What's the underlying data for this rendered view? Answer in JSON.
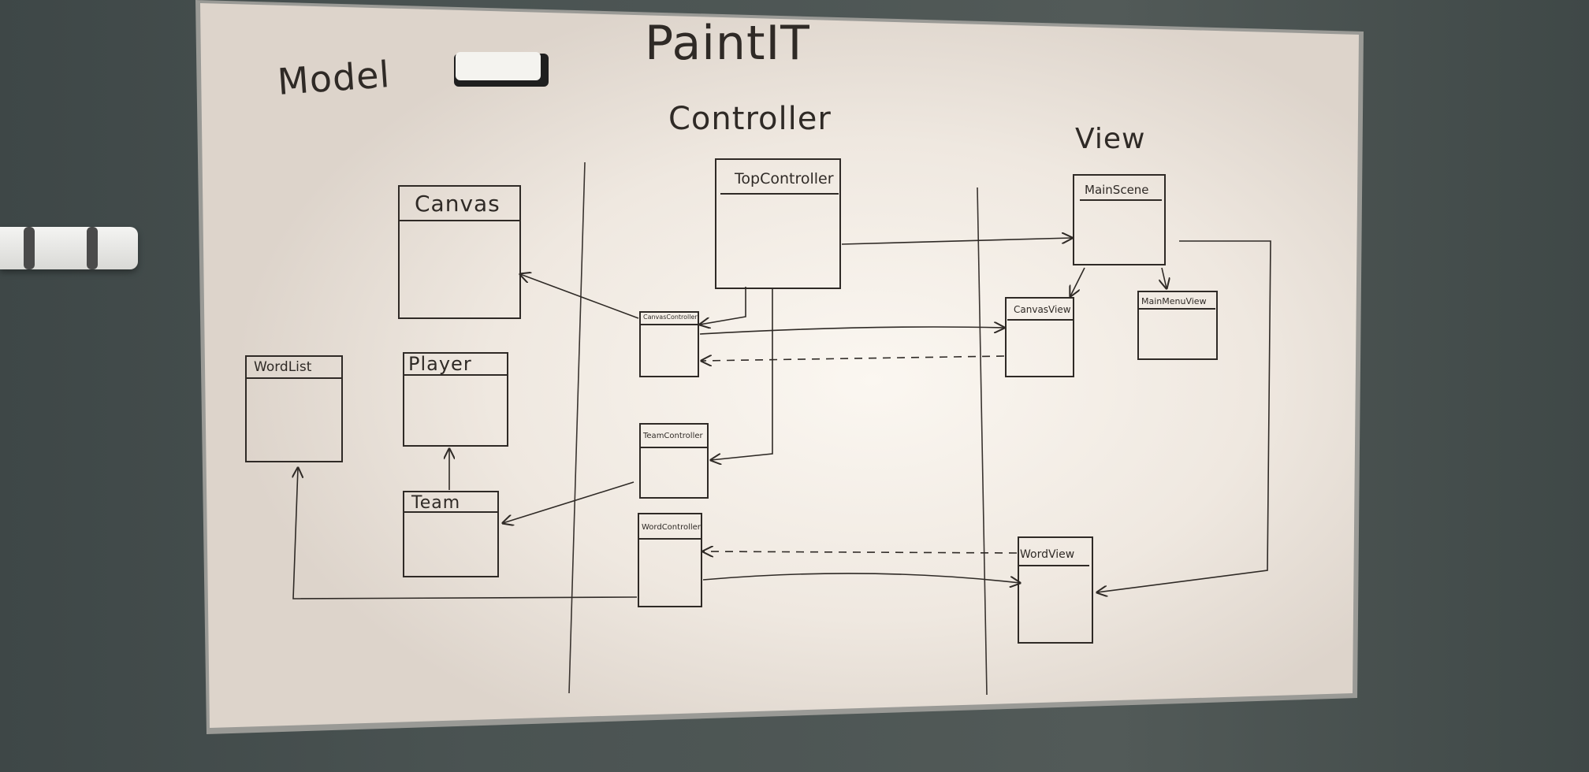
{
  "board": {
    "title": "PaintIT",
    "sections": [
      "Model",
      "Controller",
      "View"
    ]
  },
  "classes": {
    "canvas": "Canvas",
    "player": "Player",
    "word_list": "WordList",
    "team": "Team",
    "top_controller": "TopController",
    "canvas_controller": "CanvasController",
    "team_controller": "TeamController",
    "word_controller": "WordController",
    "main_scene": "MainScene",
    "canvas_view": "CanvasView",
    "main_menu_view": "MainMenuView",
    "word_view": "WordView"
  },
  "colors": {
    "board": "#f1ebe4",
    "ink": "#2f2a26",
    "wall": "#4a5352"
  }
}
